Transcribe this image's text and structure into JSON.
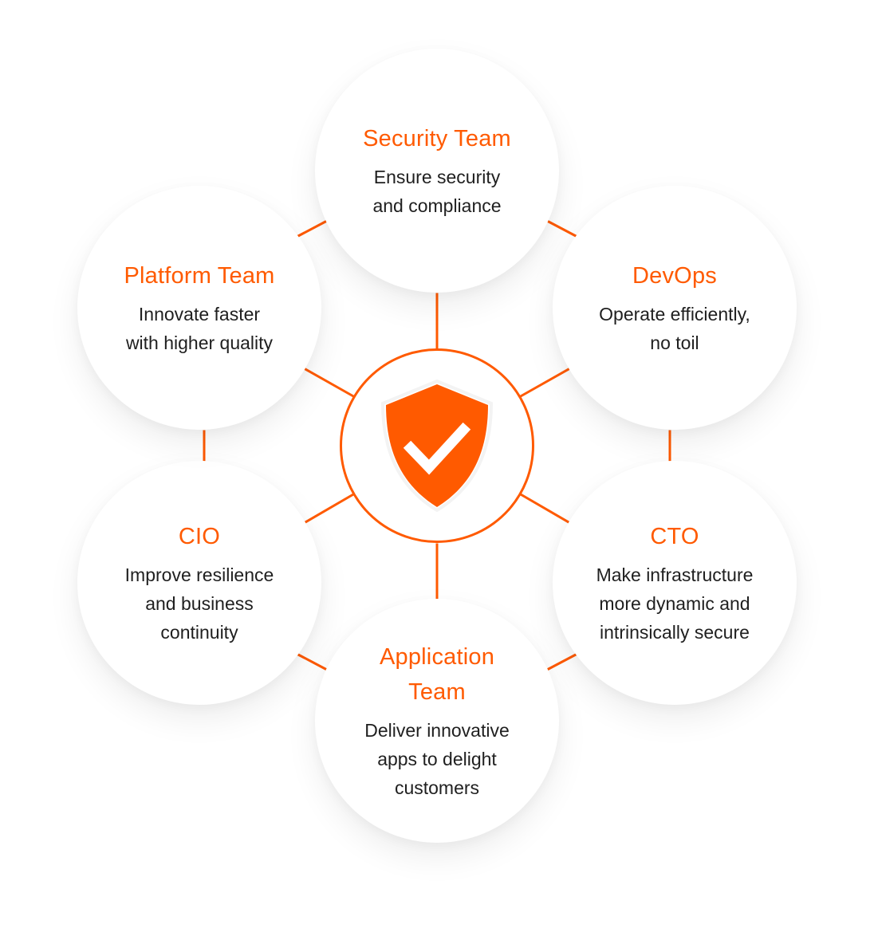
{
  "colors": {
    "accent": "#FF5A00",
    "text": "#1f1f1f",
    "background": "#ffffff"
  },
  "hub": {
    "icon": "shield-check-icon"
  },
  "nodes": [
    {
      "id": "security",
      "title": "Security Team",
      "description": "Ensure security\nand compliance"
    },
    {
      "id": "devops",
      "title": "DevOps",
      "description": "Operate efficiently,\nno toil"
    },
    {
      "id": "cto",
      "title": "CTO",
      "description": "Make infrastructure\nmore dynamic and\nintrinsically secure"
    },
    {
      "id": "application",
      "title": "Application\nTeam",
      "description": "Deliver innovative\napps to delight\ncustomers"
    },
    {
      "id": "cio",
      "title": "CIO",
      "description": "Improve resilience\nand business\ncontinuity"
    },
    {
      "id": "platform",
      "title": "Platform Team",
      "description": "Innovate faster\nwith higher quality"
    }
  ]
}
